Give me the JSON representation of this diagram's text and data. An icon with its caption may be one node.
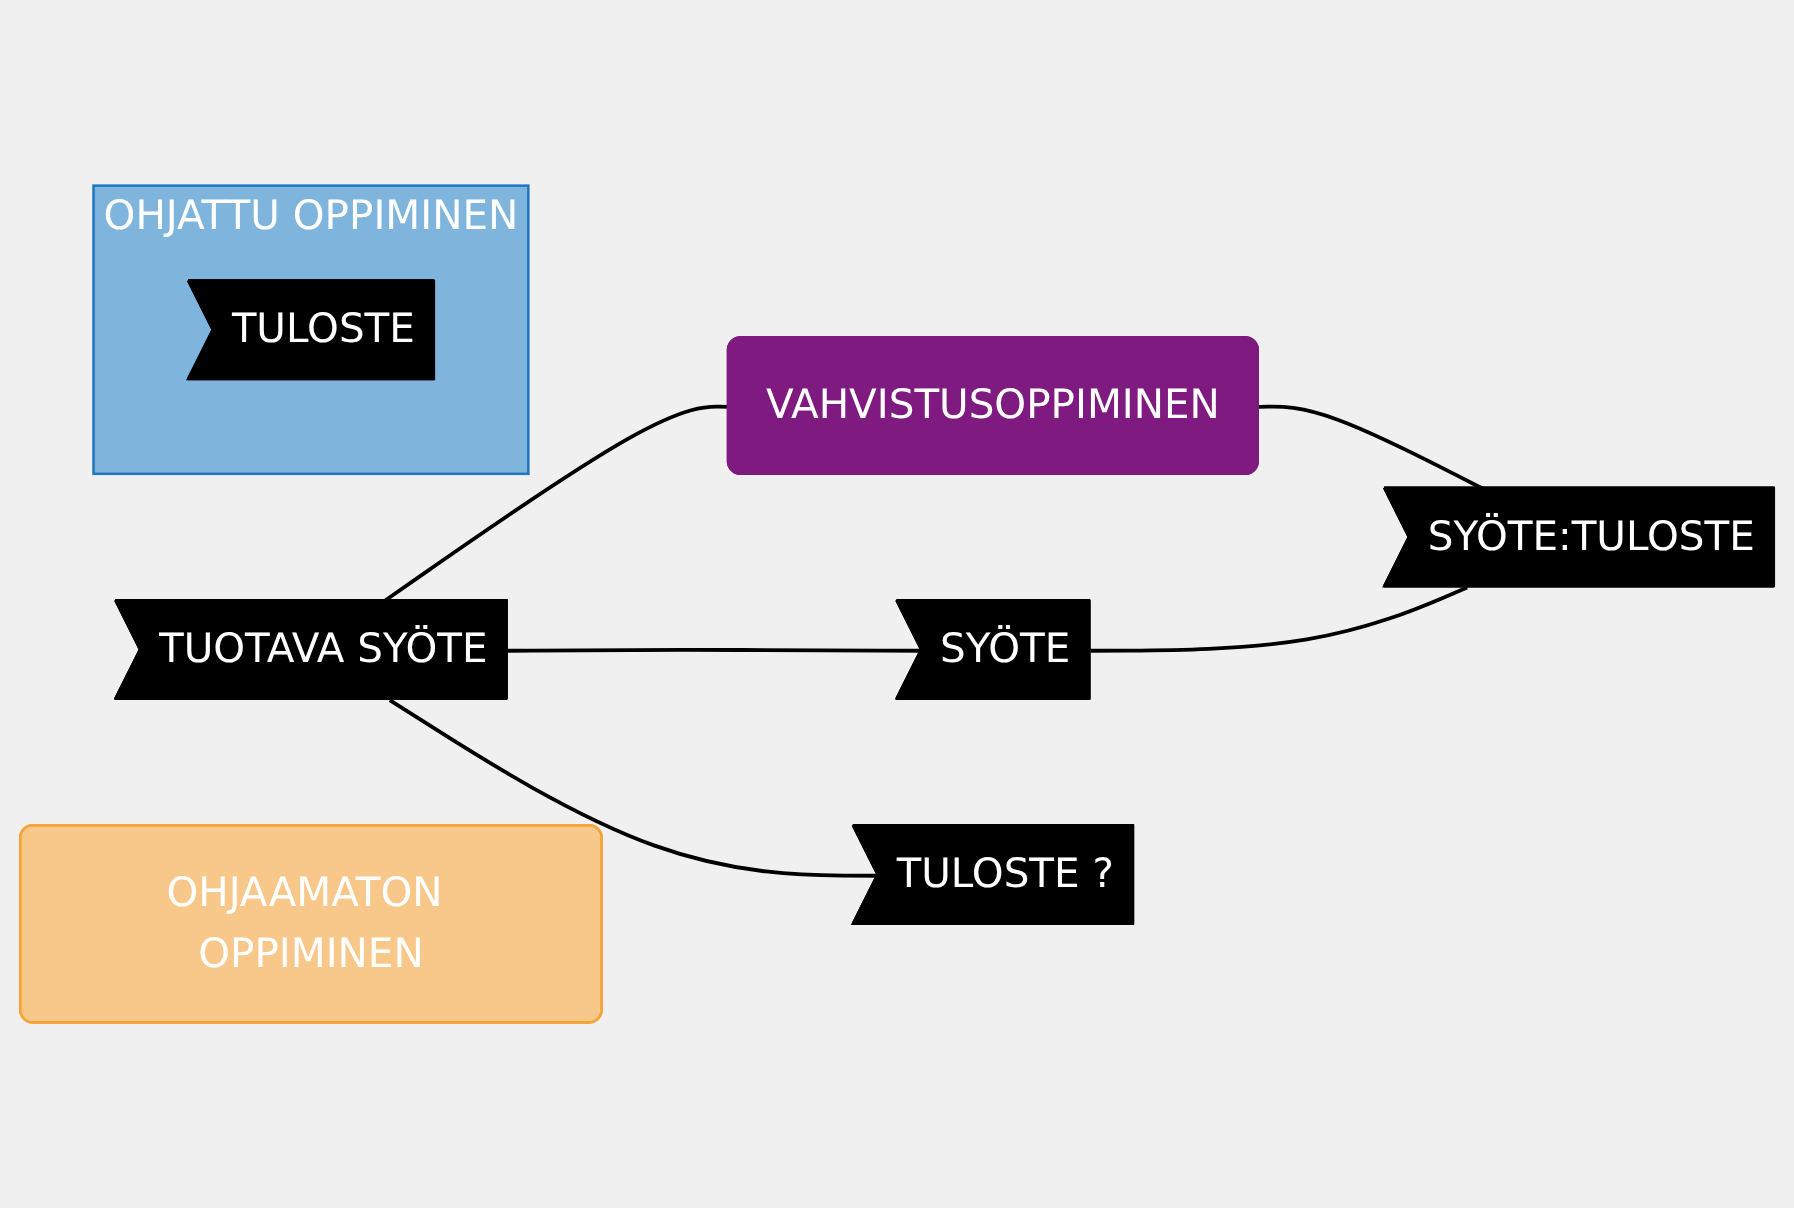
{
  "diagram": {
    "nodes": [
      {
        "text": [
          "VAHVISTUSOPPIMINEN"
        ]
      },
      {
        "text": [
          "OHJAAMATON OPPIMINEN"
        ]
      },
      {
        "text": [
          "TUOTAVA SYÖTE"
        ]
      },
      {
        "text": [
          "SYÖTE"
        ]
      },
      {
        "text": [
          "SYÖTE:TULOSTE"
        ]
      },
      {
        "text": [
          "TULOSTE ?"
        ]
      },
      {
        "text": [
          "OHJATTU OPPIMINEN"
        ]
      },
      {
        "text": [
          "TULOSTE"
        ],
        "in": 6
      }
    ],
    "edges": [
      {
        "from": 2,
        "to": 0,
        "arrow": "none"
      },
      {
        "from": 0,
        "to": 4,
        "arrow": "none"
      },
      {
        "from": 2,
        "to": 3,
        "arrow": "none"
      },
      {
        "from": 3,
        "to": 4,
        "arrow": "none"
      },
      {
        "from": 2,
        "to": 5,
        "arrow": "none"
      }
    ]
  }
}
